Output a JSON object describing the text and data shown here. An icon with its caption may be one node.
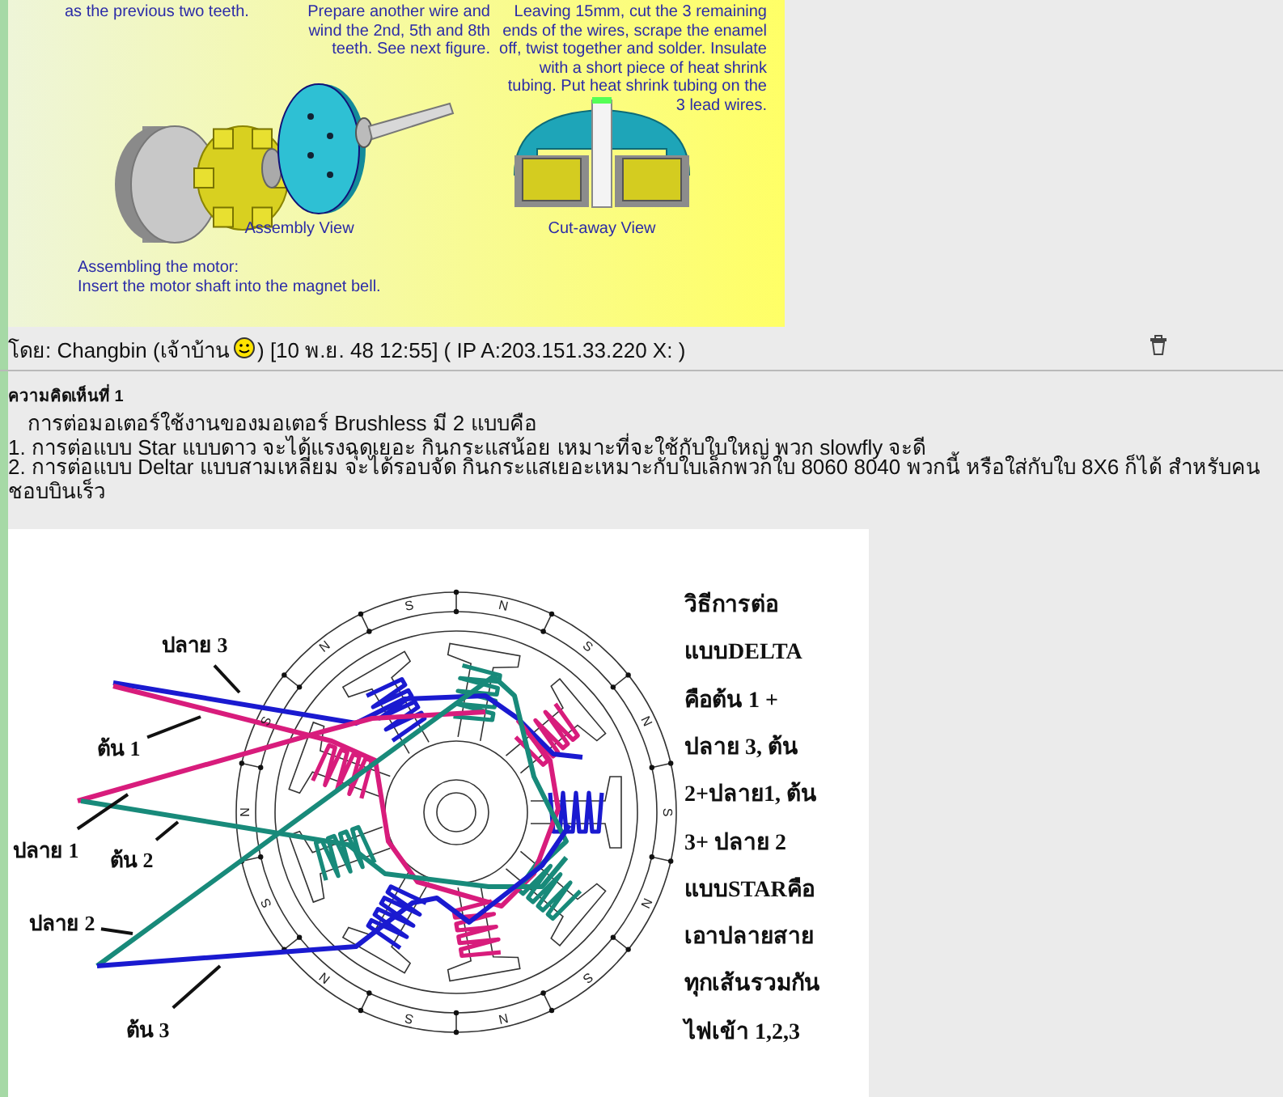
{
  "diagram": {
    "nodes": [
      {
        "text": [
          "ปลาย 3"
        ]
      },
      {
        "text": [
          "ต้น 1"
        ]
      },
      {
        "text": [
          "ปลาย 1"
        ]
      },
      {
        "text": [
          "ต้น 2"
        ]
      },
      {
        "text": [
          "ปลาย 2"
        ]
      },
      {
        "text": [
          "ต้น 3"
        ]
      }
    ],
    "edges": [
      {
        "from": 0,
        "to": null,
        "arrow": "none"
      },
      {
        "from": 1,
        "to": null,
        "arrow": "none"
      },
      {
        "from": 2,
        "to": null,
        "arrow": "none"
      },
      {
        "from": 3,
        "to": null,
        "arrow": "none"
      },
      {
        "from": 4,
        "to": null,
        "arrow": "none"
      },
      {
        "from": 5,
        "to": null,
        "arrow": "none"
      }
    ],
    "labels": [
      "as the previous two teeth.",
      "Prepare another wire and wind the 2nd, 5th and 8th teeth. See next figure.",
      "Leaving 15mm, cut the 3 remaining ends of the wires, scrape the enamel off, twist together and solder. Insulate with a short piece of heat shrink tubing. Put heat shrink tubing on the 3 lead wires.",
      "Assembly View",
      "Cut-away View",
      "Assembling the motor:",
      "Insert the motor shaft into the magnet bell.",
      "โดย: Changbin (เจ้าบ้าน",
      ") [10 พ.ย. 48 12:55] ( IP A:203.151.33.220 X: )",
      "ความคิดเห็นที่ 1",
      "การต่อมอเตอร์ใช้งานของมอเตอร์ Brushless มี 2 แบบคือ",
      "1. การต่อแบบ Star แบบดาว จะได้แรงฉุดเยอะ กินกระแสน้อย เหมาะที่จะใช้กับใบใหญ่ พวก slowfly จะดี",
      "2. การต่อแบบ Deltar แบบสามเหลี่ยม จะได้รอบจัด กินกระแสเยอะเหมาะกับใบเล็กพวกใบ 8060 8040 พวกนี้ หรือใส่กับใบ 8X6 ก็ได้ สำหรับคนชอบบินเร็ว",
      "วิธีการต่อ",
      "แบบDELTA",
      "คือต้น 1 +",
      "ปลาย 3, ต้น",
      "2+ปลาย1, ต้น",
      "3+ ปลาย 2",
      "แบบSTARคือ",
      "เอาปลายสาย",
      "ทุกเส้นรวมกัน",
      "ไฟเข้า 1,2,3",
      "N",
      "S",
      "N",
      "S",
      "N",
      "S",
      "N",
      "S",
      "N",
      "S",
      "N",
      "S",
      "N",
      "S"
    ]
  }
}
